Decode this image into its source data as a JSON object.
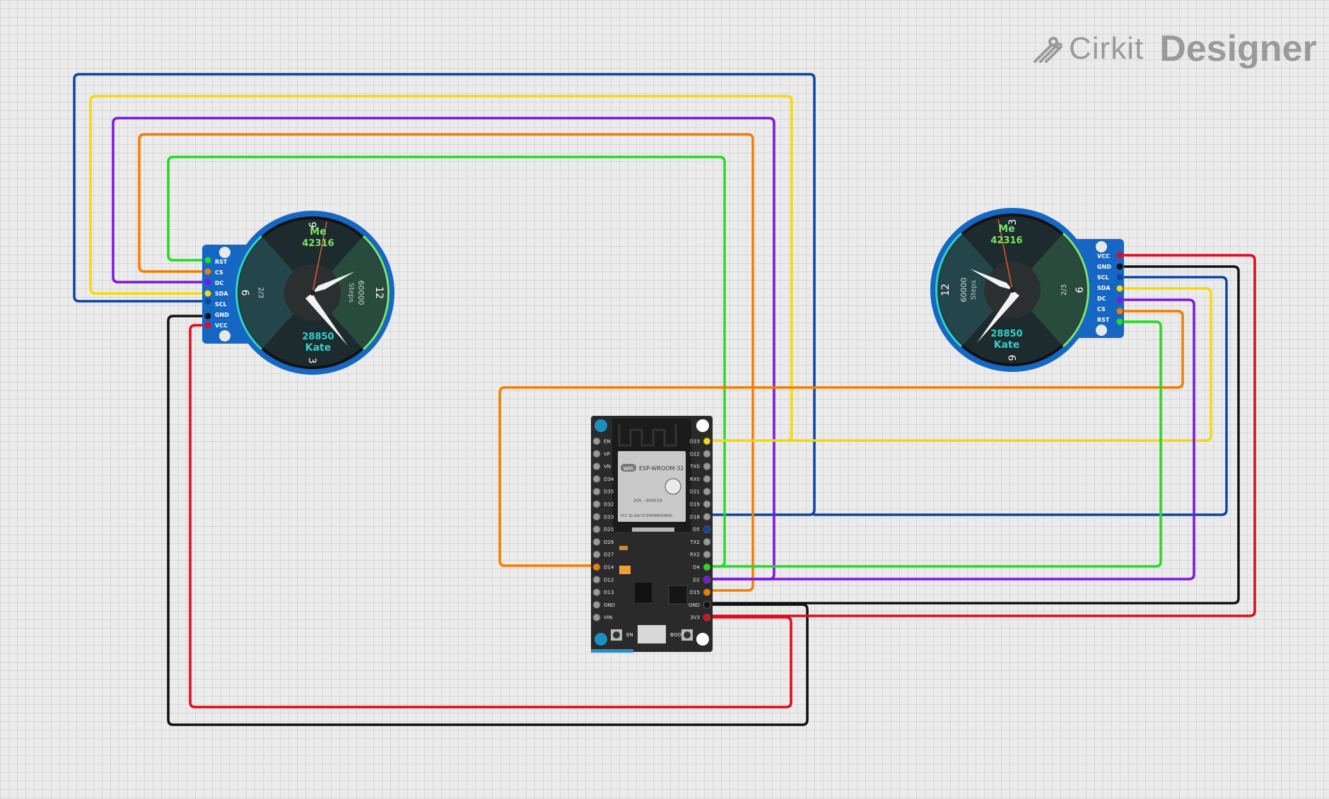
{
  "app": {
    "brand": "Cirkit",
    "product": "Designer"
  },
  "colors": {
    "blue": "#0b45a3",
    "yellow": "#f7d90a",
    "purple": "#7b16e6",
    "orange": "#f57c00",
    "green": "#1fde1f",
    "black": "#111111",
    "red": "#e3091a",
    "board_blue": "#1667c4",
    "dial_face": "#1e2b2e",
    "dial_green": "#7be36b",
    "dial_cyan": "#2ed3c8"
  },
  "left_display": {
    "pins": [
      "RST",
      "CS",
      "DC",
      "SDA",
      "SCL",
      "GND",
      "VCC"
    ],
    "dial": {
      "hour_12": "12",
      "hour_3": "3",
      "hour_6": "6",
      "hour_9": "9",
      "steps_goal": "60000",
      "steps_unit": "Steps",
      "fraction": "2/3",
      "name_top": "Me",
      "value_top": "42316",
      "name_bottom": "Kate",
      "value_bottom": "28850"
    }
  },
  "right_display": {
    "pins": [
      "VCC",
      "GND",
      "SCL",
      "SDA",
      "DC",
      "CS",
      "RST"
    ],
    "dial": {
      "hour_12": "12",
      "hour_3": "3",
      "hour_6": "6",
      "hour_9": "9",
      "steps_goal": "60000",
      "steps_unit": "Steps",
      "fraction": "2/3",
      "name_top": "Kate",
      "value_top": "28850",
      "name_bottom": "Me",
      "value_bottom": "42316"
    }
  },
  "esp32": {
    "module_name": "ESP-WROOM-32",
    "module_code": "205 - 000519",
    "fcc_id": "FCC ID:2AC7Z-ESPWROOM32",
    "wifi_badge": "WiFi",
    "left_pins": [
      "EN",
      "VP",
      "VN",
      "D34",
      "D35",
      "D32",
      "D33",
      "D25",
      "D26",
      "D27",
      "D14",
      "D12",
      "D13",
      "GND",
      "VIN"
    ],
    "right_pins": [
      "D23",
      "D22",
      "TX0",
      "RX0",
      "D21",
      "D19",
      "D18",
      "D5",
      "TX2",
      "RX2",
      "D4",
      "D2",
      "D15",
      "GND",
      "3V3"
    ],
    "buttons": [
      "EN",
      "BOOT"
    ]
  }
}
